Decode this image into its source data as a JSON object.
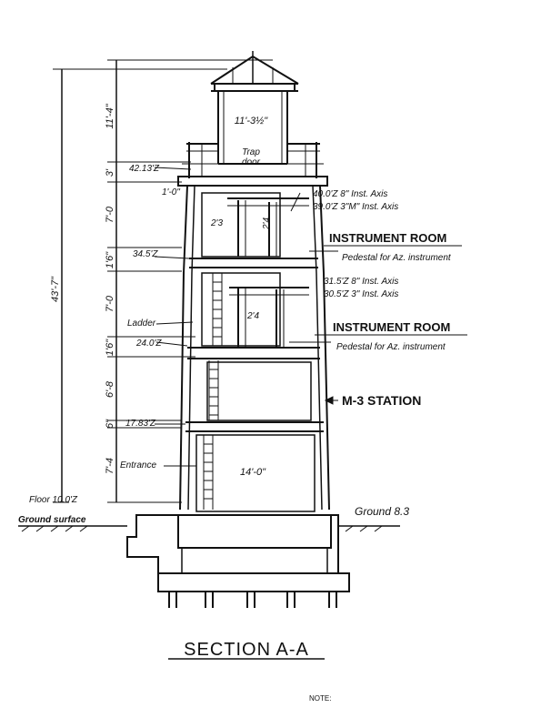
{
  "overall_height": "43'-7\"",
  "dims": {
    "d1": "11'-4\"",
    "d2": "3'",
    "d3": "7'-0",
    "d4": "1'6\"",
    "d5": "7'-0",
    "d6": "1'6\"",
    "d7": "6'-8",
    "d8": "6\"",
    "d9": "7'-4"
  },
  "top_width": "11'-3½\"",
  "trap_door": [
    "Trap",
    "door"
  ],
  "elev_1": "42.13'Z",
  "elev_2": "1'-0\"",
  "elev_3": "34.5'Z",
  "elev_4": "24.0'Z",
  "elev_5": "17.83'Z",
  "inst_axis_1": "40.0'Z 8\" Inst. Axis",
  "inst_axis_2": "39.0'Z 3\"M\" Inst. Axis",
  "inst_axis_3": "31.5'Z 8\" Inst. Axis",
  "inst_axis_4": "30.5'Z 3\" Inst. Axis",
  "instrument_room_1": "INSTRUMENT ROOM",
  "instrument_room_2": "INSTRUMENT ROOM",
  "pedestal_1": "Pedestal for Az. instrument",
  "pedestal_2": "Pedestal for Az. instrument",
  "inner_1": "2'3",
  "inner_2": "2'4",
  "inner_3": "2'4",
  "ladder": "Ladder",
  "entrance": "Entrance",
  "base_width": "14'-0\"",
  "station": "M-3 STATION",
  "floor": "Floor 10.0'Z",
  "ground_surface": "Ground surface",
  "ground": "Ground 8.3",
  "section_title": "SECTION A-A",
  "note": "NOTE:"
}
